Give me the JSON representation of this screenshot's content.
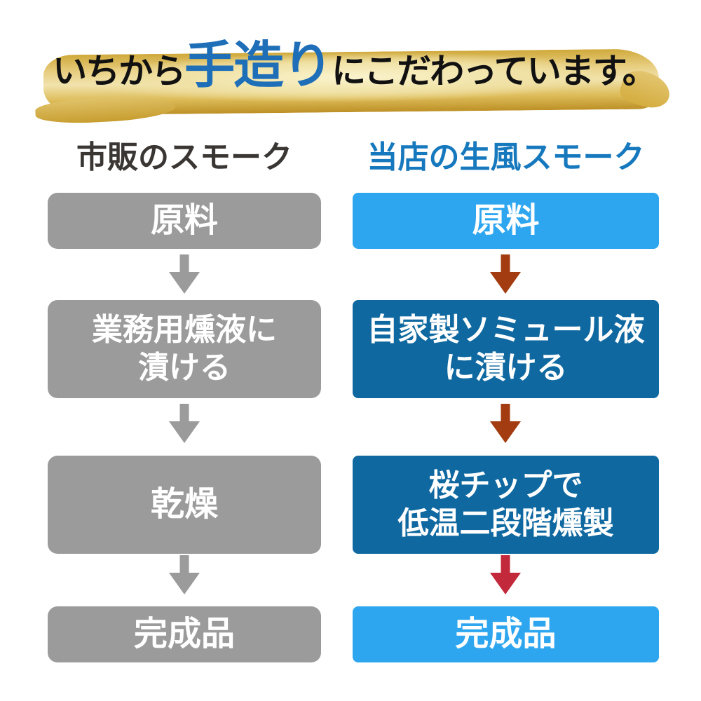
{
  "title": {
    "prefix": "いちから",
    "highlight": "手造り",
    "suffix": "にこだわっています。"
  },
  "columns": {
    "left": {
      "header": "市販のスモーク",
      "header_color": "#3a3633",
      "box_color": "#9b9b9b",
      "steps": [
        [
          "原料"
        ],
        [
          "業務用燻液に",
          "漬ける"
        ],
        [
          "乾燥"
        ],
        [
          "完成品"
        ]
      ],
      "arrow_colors": [
        "#9b9b9b",
        "#9b9b9b",
        "#9b9b9b"
      ]
    },
    "right": {
      "header": "当店の生風スモーク",
      "header_color": "#1678bd",
      "box_colors": [
        "#2ea6ef",
        "#0f68a0",
        "#0f68a0",
        "#2ea6ef"
      ],
      "steps": [
        [
          "原料"
        ],
        [
          "自家製ソミュール液",
          "に漬ける"
        ],
        [
          "桜チップで",
          "低温二段階燻製"
        ],
        [
          "完成品"
        ]
      ],
      "arrow_colors": [
        "#a33c10",
        "#a33c10",
        "#c2293a"
      ]
    }
  },
  "colors": {
    "background": "#ffffff",
    "title_highlight": "#1e6eb8",
    "title_text": "#111111",
    "brush_gold_dark": "#bd9026",
    "brush_gold_light": "#faf3cd"
  },
  "icons": {
    "down_arrow": "arrow-down-icon"
  }
}
